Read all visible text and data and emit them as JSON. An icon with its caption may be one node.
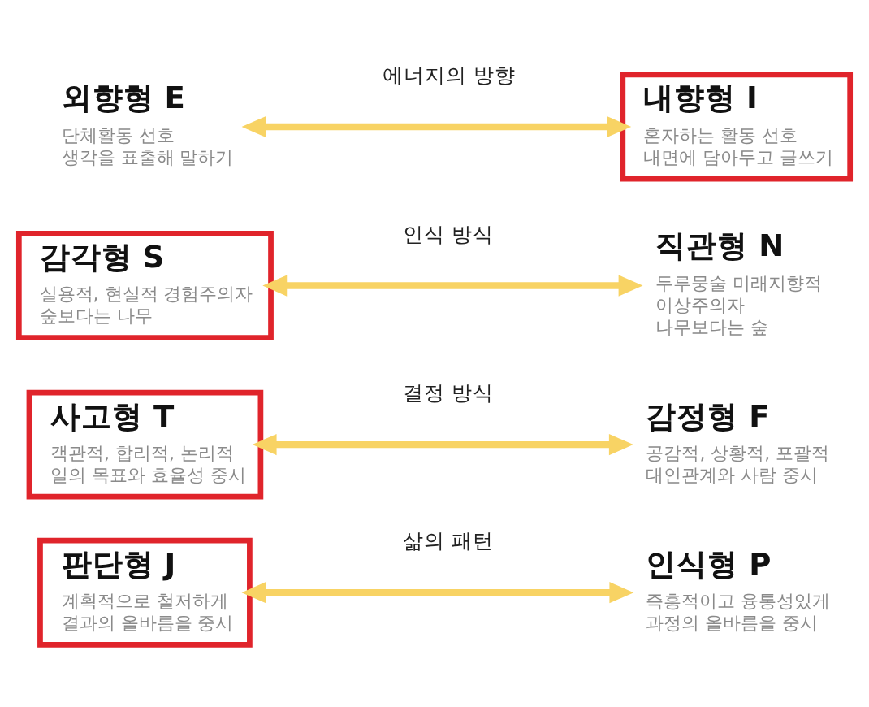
{
  "diagram": {
    "nodes": [
      {
        "text": [
          "외향형 E",
          "단체활동 선호",
          "생각을 표출해 말하기"
        ]
      },
      {
        "text": [
          "내향형 I",
          "혼자하는 활동 선호",
          "내면에 담아두고 글쓰기"
        ]
      },
      {
        "text": [
          "감각형 S",
          "실용적, 현실적 경험주의자",
          "숲보다는 나무"
        ]
      },
      {
        "text": [
          "직관형 N",
          "두루뭉술 미래지향적",
          "이상주의자",
          "나무보다는 숲"
        ]
      },
      {
        "text": [
          "사고형 T",
          "객관적, 합리적, 논리적",
          "일의 목표와 효율성 중시"
        ]
      },
      {
        "text": [
          "감정형 F",
          "공감적, 상황적, 포괄적",
          "대인관계와 사람 중시"
        ]
      },
      {
        "text": [
          "판단형 J",
          "계획적으로 철저하게",
          "결과의 올바름을 중시"
        ]
      },
      {
        "text": [
          "인식형 P",
          "즉흥적이고 융통성있게",
          "과정의 올바름을 중시"
        ]
      }
    ],
    "edges": [
      {
        "from": 0,
        "to": 1,
        "arrow": "both",
        "label": "에너지의 방향"
      },
      {
        "from": 2,
        "to": 3,
        "arrow": "both",
        "label": "인식 방식"
      },
      {
        "from": 4,
        "to": 5,
        "arrow": "both",
        "label": "결정 방식"
      },
      {
        "from": 6,
        "to": 7,
        "arrow": "both",
        "label": "삶의 패턴"
      }
    ]
  }
}
